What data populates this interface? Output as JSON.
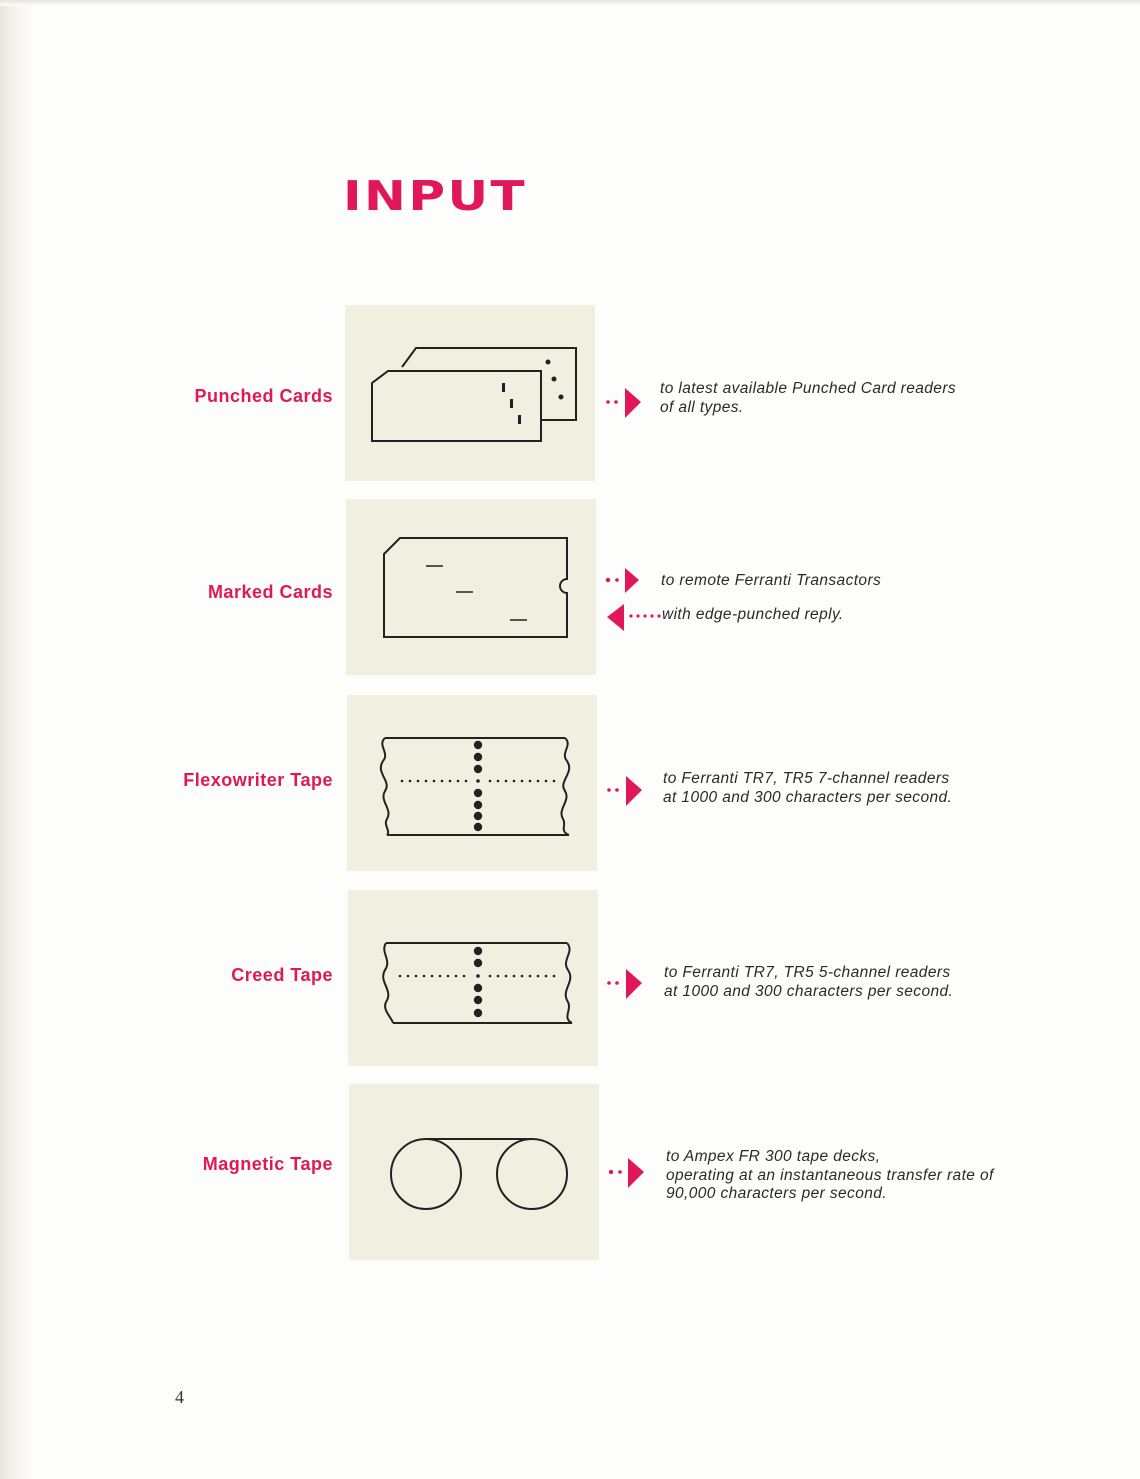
{
  "page": {
    "title": "INPUT",
    "page_number": "4"
  },
  "colors": {
    "accent": "#e0185a",
    "panel": "#f1efdf",
    "ink": "#2a2a2a"
  },
  "items": [
    {
      "label": "Punched Cards",
      "icon": "punched-cards-icon",
      "desc": [
        "to latest available Punched Card readers",
        "of all types."
      ]
    },
    {
      "label": "Marked Cards",
      "icon": "marked-card-icon",
      "desc_out": "to remote Ferranti Transactors",
      "desc_in": "with edge-punched reply."
    },
    {
      "label": "Flexowriter Tape",
      "icon": "seven-channel-tape-icon",
      "desc": [
        "to Ferranti TR7, TR5 7-channel readers",
        "at 1000 and 300 characters per second."
      ]
    },
    {
      "label": "Creed Tape",
      "icon": "five-channel-tape-icon",
      "desc": [
        "to Ferranti TR7, TR5 5-channel readers",
        "at 1000 and 300 characters per second."
      ]
    },
    {
      "label": "Magnetic Tape",
      "icon": "magnetic-tape-reels-icon",
      "desc": [
        "to Ampex FR 300 tape decks,",
        "operating at an instantaneous transfer rate of",
        "90,000 characters per second."
      ]
    }
  ]
}
